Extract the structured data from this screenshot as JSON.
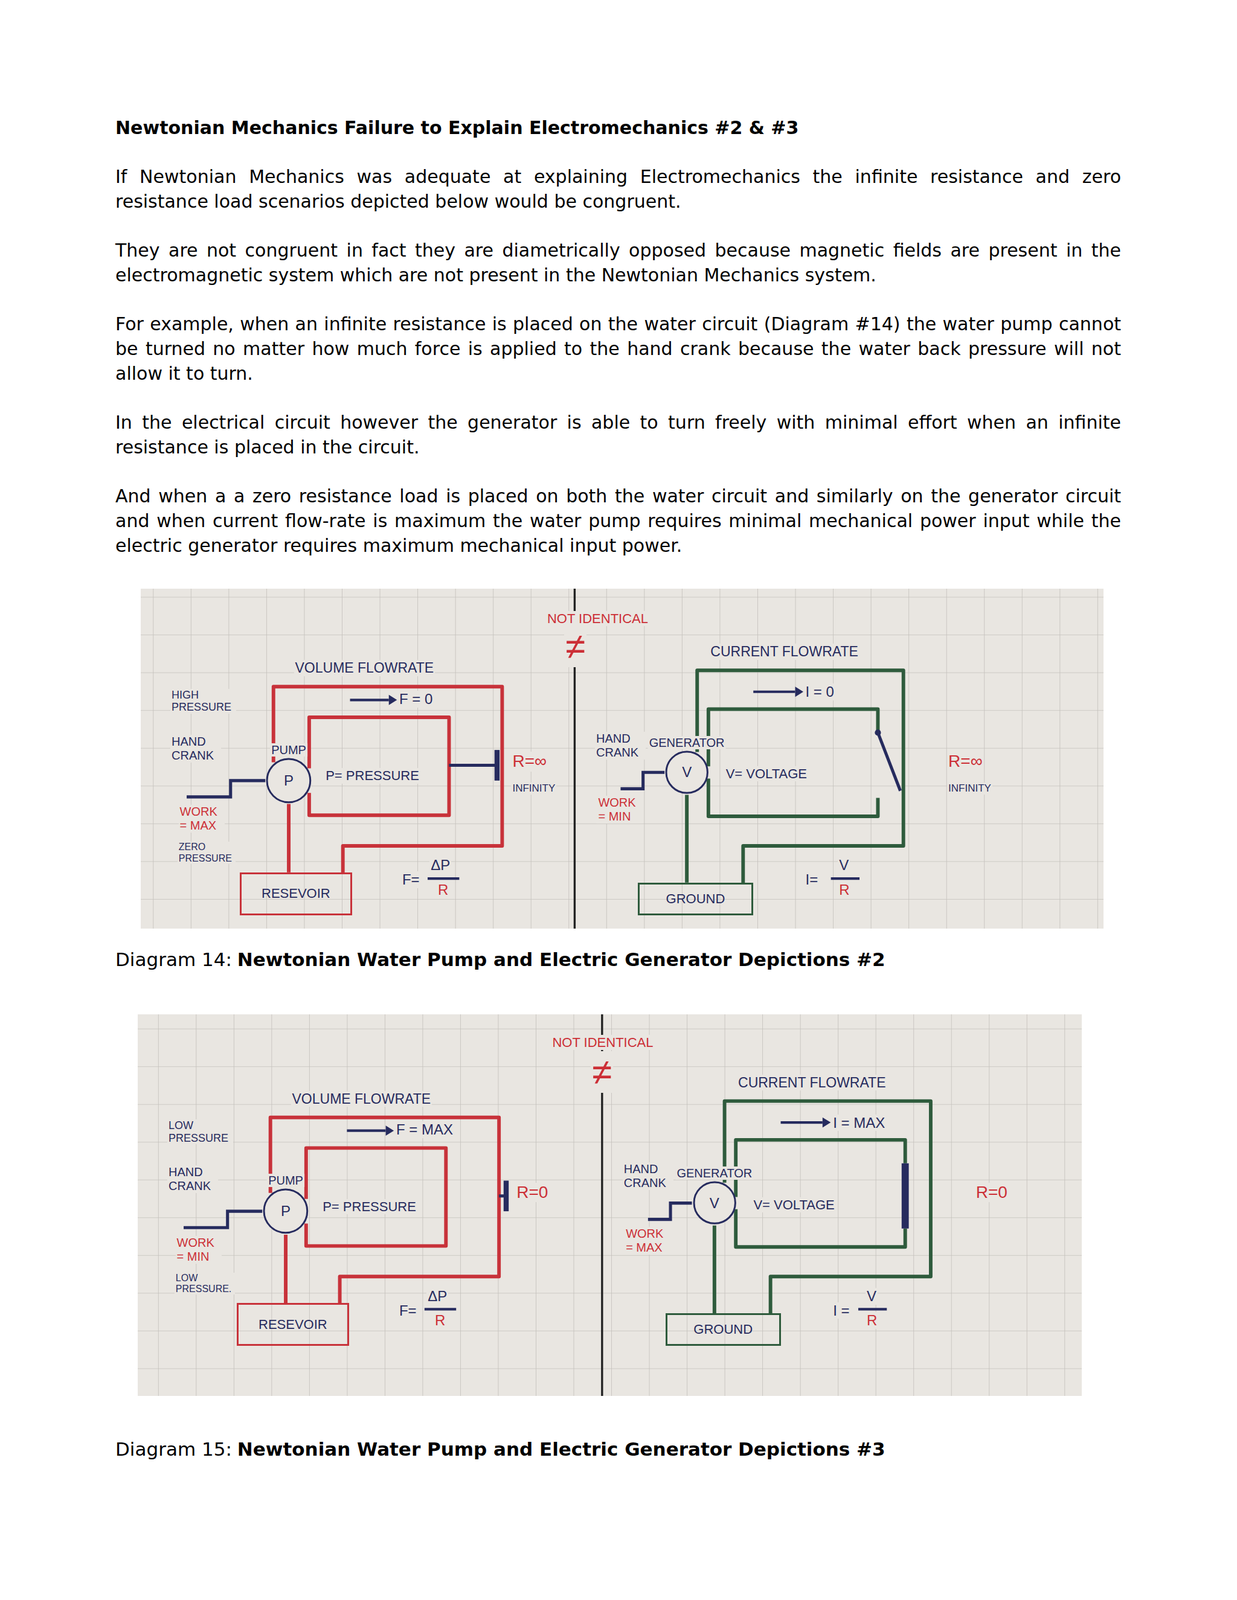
{
  "diagram": {
    "title": "Newtonian Mechanics Failure to Explain Electromechanics #2 & #3",
    "nodes": [
      {
        "text": [
          "PUMP",
          "P"
        ]
      },
      {
        "text": [
          "RESEVOIR"
        ]
      },
      {
        "text": [
          "GENERATOR",
          "V"
        ]
      },
      {
        "text": [
          "GROUND"
        ]
      },
      {
        "text": [
          "PUMP",
          "P"
        ]
      },
      {
        "text": [
          "RESEVOIR"
        ]
      },
      {
        "text": [
          "GENERATOR",
          "V"
        ]
      },
      {
        "text": [
          "GROUND"
        ]
      }
    ],
    "edges": [
      {
        "from": 0,
        "to": 1,
        "arrow": "none"
      },
      {
        "from": 2,
        "to": 3,
        "arrow": "none"
      },
      {
        "from": 4,
        "to": 5,
        "arrow": "none"
      },
      {
        "from": 6,
        "to": 7,
        "arrow": "none"
      }
    ],
    "labels": [
      "If Newtonian Mechanics was adequate at explaining Electromechanics the infinite resistance and zero resistance load scenarios depicted below would be congruent.",
      "They are not congruent in fact they are diametrically opposed because magnetic fields are present in the electromagnetic system which are not present in the Newtonian Mechanics system.",
      "For example, when an infinite resistance is placed on the water circuit (Diagram #14) the water pump cannot be turned no matter how much force is applied to the hand crank because the water back pressure will not allow it to turn.",
      "In the electrical circuit however the generator is able to turn freely with minimal effort when an infinite resistance is placed in the circuit.",
      "And when a a zero resistance load is placed on both the water circuit and similarly on the generator circuit and when current flow-rate is maximum the water pump requires minimal mechanical power input while the electric generator requires maximum mechanical input power.",
      "NOT IDENTICAL",
      "≠",
      "VOLUME FLOWRATE",
      "F = 0",
      "HIGH PRESSURE",
      "HAND CRANK",
      "P= PRESSURE",
      "WORK = MAX",
      "ZERO PRESSURE",
      "F=",
      "ΔP",
      "R",
      "R=∞",
      "INFINITY",
      "CURRENT FLOWRATE",
      "I = 0",
      "HAND CRANK",
      "V= VOLTAGE",
      "WORK = MIN",
      "I=",
      "V",
      "R",
      "R=∞",
      "INFINITY",
      "Diagram 14:",
      "Newtonian Water Pump and Electric Generator Depictions #2",
      "NOT IDENTICAL",
      "≠",
      "VOLUME FLOWRATE",
      "F = MAX",
      "LOW PRESSURE",
      "HAND CRANK",
      "P= PRESSURE",
      "WORK = MIN",
      "LOW PRESSURE.",
      "F=",
      "ΔP",
      "R",
      "R=0",
      "CURRENT FLOWRATE",
      "I = MAX",
      "HAND CRANK",
      "V= VOLTAGE",
      "WORK = MAX",
      "I =",
      "V",
      "R",
      "R=0",
      "Diagram 15:",
      "Newtonian Water Pump and Electric Generator Depictions #3"
    ]
  }
}
